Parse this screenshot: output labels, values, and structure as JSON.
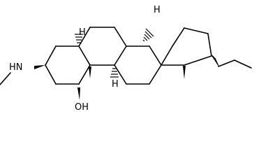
{
  "molecule": {
    "atom_labels": {
      "nh": "HN",
      "oh": "OH",
      "h_top": "H",
      "h_left": "H",
      "h_bottom": "H"
    }
  }
}
